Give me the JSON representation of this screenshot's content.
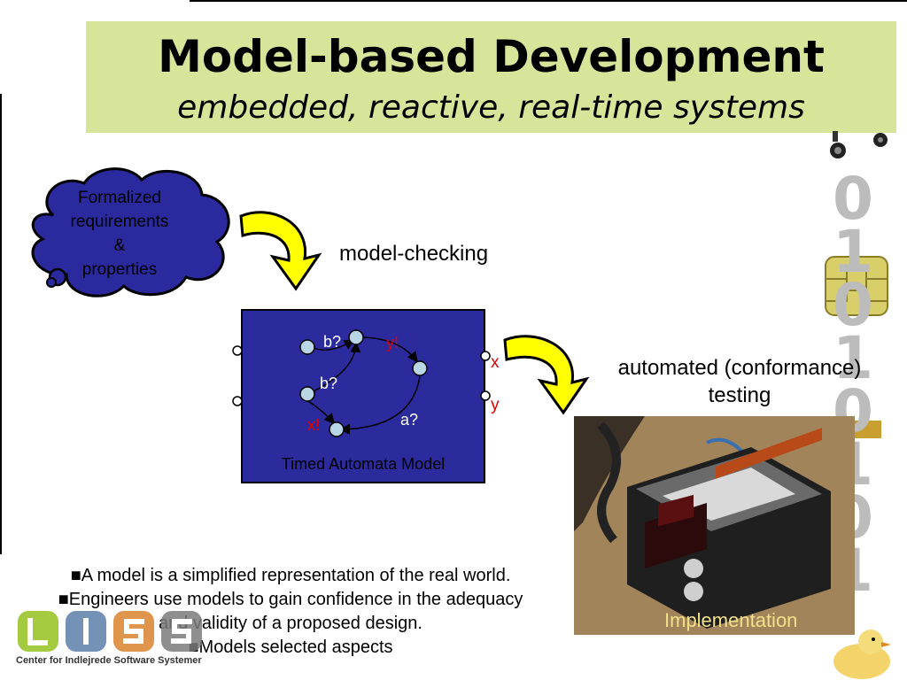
{
  "slide": {
    "title": "Model-based Development",
    "subtitle": "embedded, reactive, real-time systems"
  },
  "cloud": {
    "lines": [
      "Formalized",
      "requirements",
      "&",
      "properties"
    ]
  },
  "labels": {
    "model_checking": "model-checking",
    "testing_line1": "automated (conformance)",
    "testing_line2": "testing",
    "implementation": "Implementation"
  },
  "automata": {
    "caption": "Timed Automata Model",
    "edges": [
      "b?",
      "y!",
      "b?",
      "x!",
      "a?"
    ],
    "outputs": [
      "x",
      "y"
    ]
  },
  "bullets": [
    "A model is a simplified representation of the real world.",
    "Engineers use models to gain confidence in the adequacy",
    "and validity of a proposed design.",
    "Models selected aspects"
  ],
  "logo": {
    "text": "Center for Indlejrede Software Systemer",
    "colors": [
      "#94c11f",
      "#5b7fa8",
      "#d9822b",
      "#7b7b7b"
    ]
  },
  "decoration": {
    "binary_strip": "01010101",
    "colors": {
      "title_bg": "#d6e59a",
      "cloud": "#2a2a9e",
      "automata_bg": "#2b2b9e",
      "arrow": "#ffff00",
      "red": "#e00000"
    }
  }
}
